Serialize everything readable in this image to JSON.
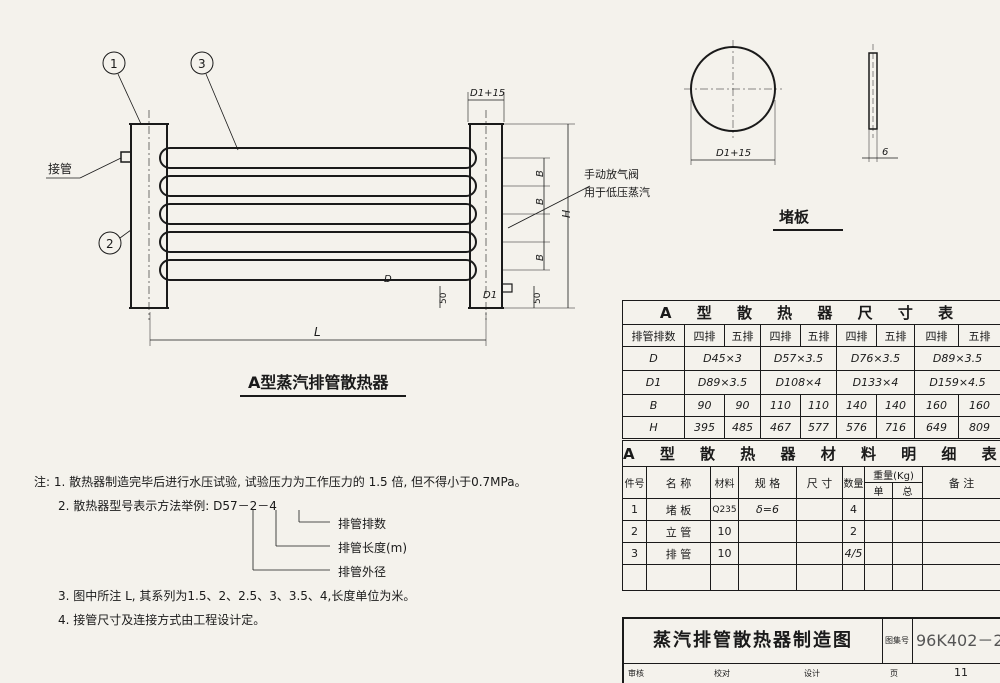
{
  "drawing": {
    "main_title": "A型蒸汽排管散热器",
    "callouts": [
      "1",
      "3",
      "2"
    ],
    "label_jieguan": "接管",
    "dim_top": "D1+15",
    "dim_bottom_right": "D1",
    "dim_L": "L",
    "dim_H": "H",
    "dim_B": "B",
    "dim_D": "D",
    "dim_50": "50",
    "valve_label_1": "手动放气阀",
    "valve_label_2": "用于低压蒸汽",
    "plate_title": "堵板",
    "plate_dim": "D1+15",
    "plate_thickness": "6"
  },
  "notes": {
    "n1": "注: 1. 散热器制造完毕后进行水压试验, 试验压力为工作压力的 1.5 倍, 但不得小于0.7MPa。",
    "n2": "2. 散热器型号表示方法举例: D57－2－4",
    "n2_a": "排管排数",
    "n2_b": "排管长度(m)",
    "n2_c": "排管外径",
    "n3": "3. 图中所注 L, 其系列为1.5、2、2.5、3、3.5、4,长度单位为米。",
    "n4": "4. 接管尺寸及连接方式由工程设计定。"
  },
  "size_table": {
    "title": "A 型 散 热 器 尺 寸 表",
    "header": [
      "排管排数",
      "四排",
      "五排",
      "四排",
      "五排",
      "四排",
      "五排",
      "四排",
      "五排"
    ],
    "rows": [
      {
        "label": "D",
        "cells": [
          "D45×3",
          "D57×3.5",
          "D76×3.5",
          "D89×3.5"
        ]
      },
      {
        "label": "D1",
        "cells": [
          "D89×3.5",
          "D108×4",
          "D133×4",
          "D159×4.5"
        ]
      },
      {
        "label": "B",
        "cells": [
          "90",
          "90",
          "110",
          "110",
          "140",
          "140",
          "160",
          "160"
        ]
      },
      {
        "label": "H",
        "cells": [
          "395",
          "485",
          "467",
          "577",
          "576",
          "716",
          "649",
          "809"
        ]
      }
    ]
  },
  "material_table": {
    "title": "A 型 散 热 器 材 料 明 细 表",
    "header": {
      "no": "件号",
      "name": "名 称",
      "material": "材料",
      "spec": "规 格",
      "size": "尺 寸",
      "qty": "数量",
      "weight": "重量(Kg)",
      "unit": "单",
      "total": "总",
      "remark": "备 注"
    },
    "rows": [
      {
        "no": "1",
        "name": "堵 板",
        "material": "Q235",
        "spec": "δ=6",
        "qty": "4"
      },
      {
        "no": "2",
        "name": "立 管",
        "material": "10",
        "spec": "",
        "qty": "2"
      },
      {
        "no": "3",
        "name": "排 管",
        "material": "10",
        "spec": "",
        "qty": "4/5"
      }
    ]
  },
  "title_block": {
    "title": "蒸汽排管散热器制造图",
    "atlas_label": "图集号",
    "atlas_no": "96K402－2",
    "review": "审核",
    "check": "校对",
    "design": "设计",
    "page_label": "页",
    "page_no": "11"
  }
}
